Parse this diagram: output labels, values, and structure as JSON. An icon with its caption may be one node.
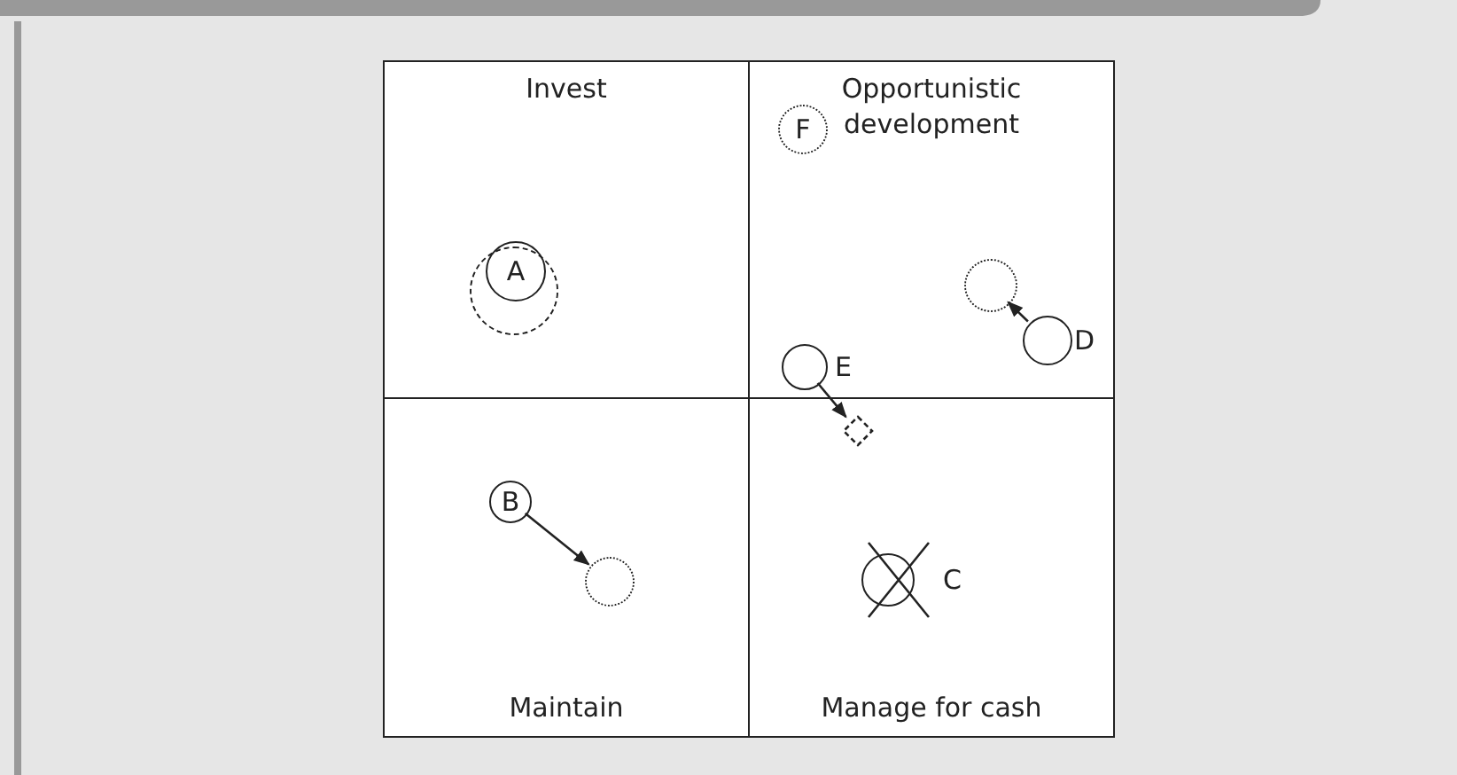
{
  "diagram": {
    "nodes": [
      {
        "text": [
          "Invest"
        ]
      },
      {
        "text": [
          "Opportunistic development"
        ]
      },
      {
        "text": [
          "Maintain"
        ]
      },
      {
        "text": [
          "Manage for cash"
        ]
      },
      {
        "text": [
          "A"
        ],
        "in": 0
      },
      {
        "text": [],
        "shape": "circle",
        "in": 0
      },
      {
        "text": [
          "F"
        ],
        "in": 1
      },
      {
        "text": [],
        "shape": "circle",
        "in": 1
      },
      {
        "text": [],
        "shape": "circle",
        "beside": [
          "D"
        ],
        "in": 1
      },
      {
        "text": [],
        "shape": "circle",
        "beside": [
          "E"
        ],
        "in": 1
      },
      {
        "text": [],
        "shape": "diamond",
        "in": 3
      },
      {
        "text": [
          "B"
        ],
        "in": 2
      },
      {
        "text": [],
        "shape": "circle",
        "in": 2
      },
      {
        "text": [],
        "shape": "circle",
        "beside": [
          "C"
        ],
        "in": 3
      }
    ],
    "edges": [
      {
        "from": 8,
        "to": 7,
        "arrow": "to"
      },
      {
        "from": 9,
        "to": 10,
        "arrow": "to"
      },
      {
        "from": 11,
        "to": 12,
        "arrow": "to"
      }
    ]
  }
}
